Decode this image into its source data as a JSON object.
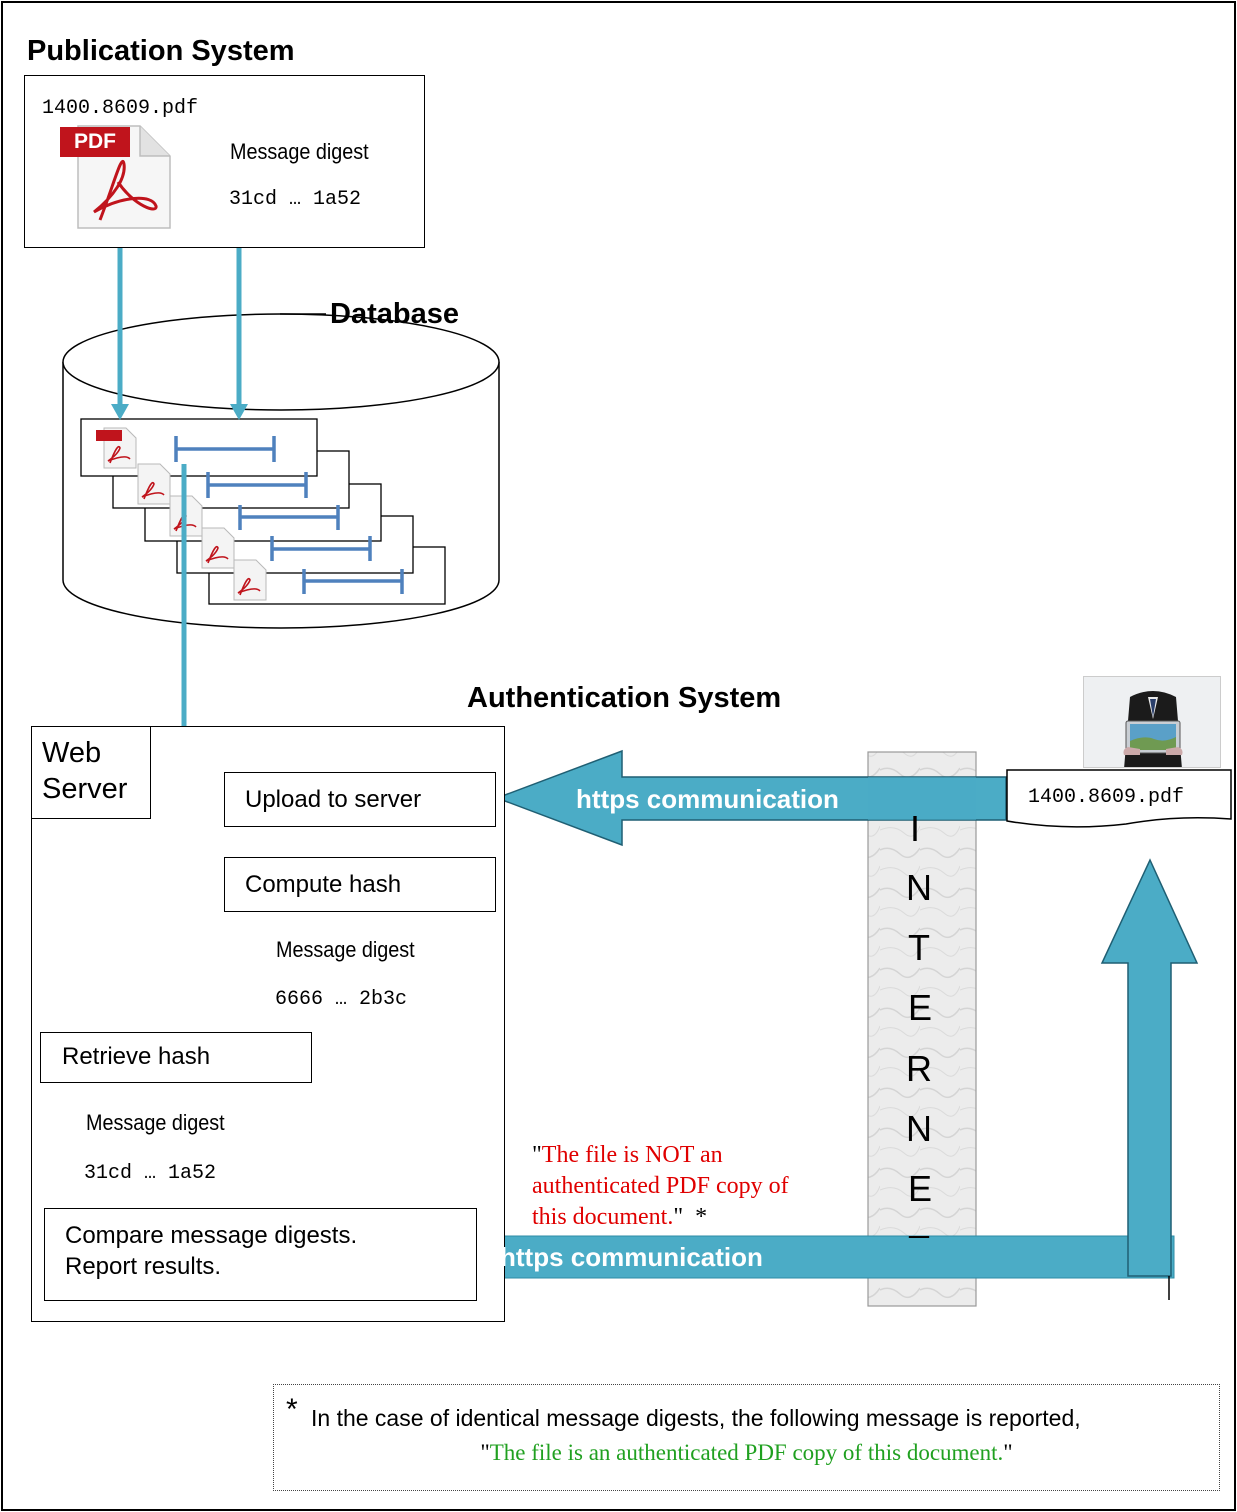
{
  "publication": {
    "title": "Publication System",
    "filename": "1400.8609.pdf",
    "pdf_icon_label": "PDF",
    "digest_label": "Message digest",
    "digest_value": "31cd … 1a52"
  },
  "database": {
    "title": "Database",
    "pdf_icon_label": "PDF"
  },
  "auth": {
    "title": "Authentication System",
    "web_server_label_line1": "Web",
    "web_server_label_line2": "Server",
    "upload": "Upload to server",
    "compute": "Compute hash",
    "computed_digest_label": "Message digest",
    "computed_digest_value": "6666 … 2b3c",
    "retrieve": "Retrieve hash",
    "retrieved_digest_label": "Message digest",
    "retrieved_digest_value": "31cd … 1a52",
    "compare_line1": "Compare message digests.",
    "compare_line2": "Report results."
  },
  "network": {
    "https_top": "https communication",
    "https_bottom": "https communication",
    "internet_letters": [
      "I",
      "N",
      "T",
      "E",
      "R",
      "N",
      "E",
      "T"
    ]
  },
  "user": {
    "filename": "1400.8609.pdf"
  },
  "result_message": {
    "open_quote": "\"",
    "text": "The file is NOT an authenticated PDF copy of this document.",
    "line1": "The file is NOT an",
    "line2": "authenticated PDF copy of",
    "line3": "this document.",
    "close_quote": "\"",
    "asterisk": "*"
  },
  "footnote": {
    "asterisk": "*",
    "line1": "In the case of identical message digests, the following message is reported,",
    "quote_open": "\"",
    "line2": "The file is an authenticated PDF copy of this document.",
    "quote_close": "\""
  },
  "colors": {
    "arrow": "#4BACC6",
    "arrow_dark": "#2E8BA6",
    "bracket": "#4F81BD",
    "not_auth_text": "#E00000",
    "auth_text": "#20A020",
    "pdf_red": "#C0141C"
  }
}
